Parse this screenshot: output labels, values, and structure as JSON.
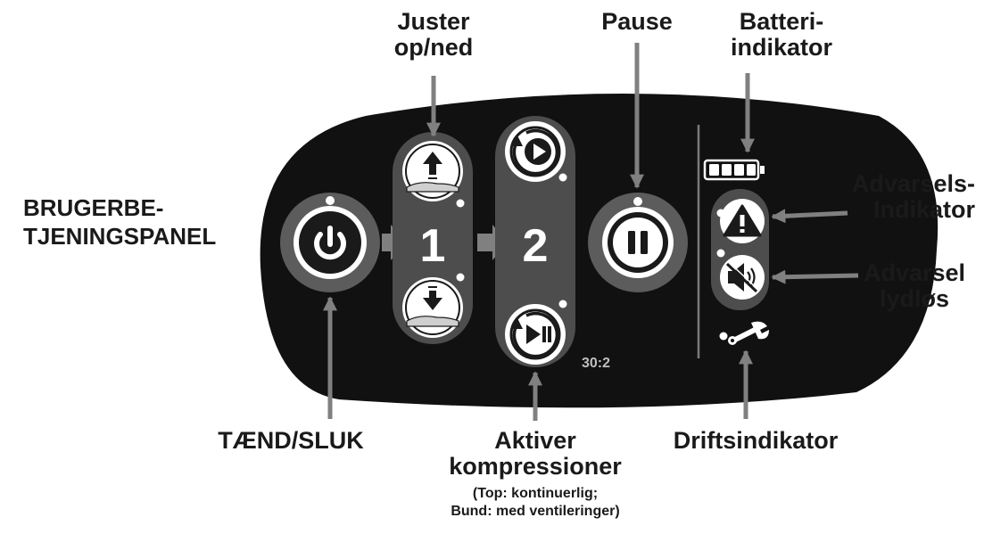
{
  "labels": {
    "panel_title_line1": "BRUGERBE-",
    "panel_title_line2": "TJENINGSPANEL",
    "adjust_line1": "Juster",
    "adjust_line2": "op/ned",
    "pause": "Pause",
    "battery_line1": "Batteri-",
    "battery_line2": "indikator",
    "alert_line1": "Advarsels-",
    "alert_line2": "Indikator",
    "mute_line1": "Advarsel",
    "mute_line2": "lydløs",
    "power": "TÆND/SLUK",
    "activate_line1": "Aktiver",
    "activate_line2": "kompressioner",
    "activate_note_line1": "(Top: kontinuerlig;",
    "activate_note_line2": "Bund: med ventileringer)",
    "service": "Driftsindikator"
  },
  "panel": {
    "step1": "1",
    "step2": "2",
    "ratio": "30:2"
  },
  "icons": [
    "power-icon",
    "arrow-up-icon",
    "arrow-down-icon",
    "play-continuous-icon",
    "play-pause-ventilation-icon",
    "pause-icon",
    "battery-icon",
    "warning-triangle-icon",
    "mute-speaker-icon",
    "wrench-icon"
  ],
  "colors": {
    "panel": "#111111",
    "pill": "#4d4d4d",
    "arrow": "#808080",
    "button_ring": "#6a6a6a",
    "text": "#1a1a1a"
  }
}
